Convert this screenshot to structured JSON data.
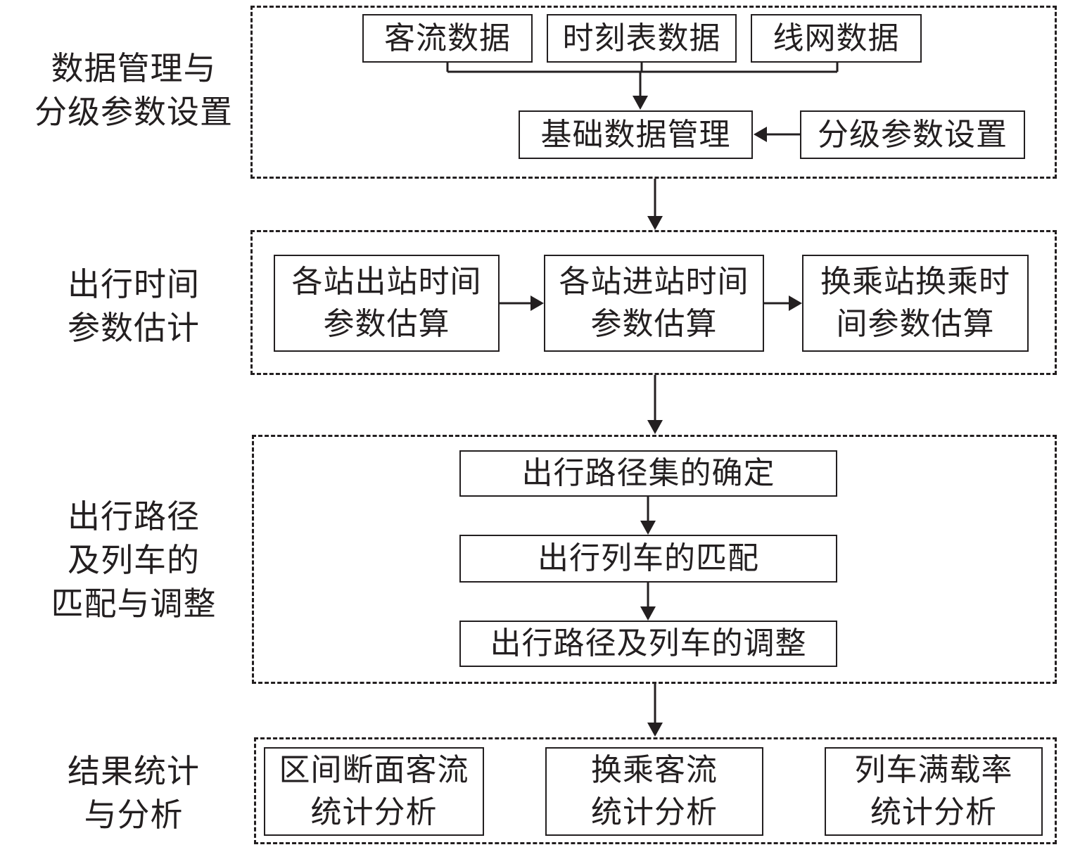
{
  "stages": [
    {
      "label": "数据管理与\n分级参数设置"
    },
    {
      "label": "出行时间\n参数估计"
    },
    {
      "label": "出行路径\n及列车的\n匹配与调整"
    },
    {
      "label": "结果统计\n与分析"
    }
  ],
  "stage1": {
    "passenger_flow_data": "客流数据",
    "timetable_data": "时刻表数据",
    "network_data": "线网数据",
    "basic_data_management": "基础数据管理",
    "hierarchical_parameter_setting": "分级参数设置"
  },
  "stage2": {
    "exit_time_estimation": "各站出站时间\n参数估算",
    "entry_time_estimation": "各站进站时间\n参数估算",
    "transfer_time_estimation": "换乘站换乘时\n间参数估算"
  },
  "stage3": {
    "route_set_determination": "出行路径集的确定",
    "train_matching": "出行列车的匹配",
    "route_train_adjustment": "出行路径及列车的调整"
  },
  "stage4": {
    "section_flow_analysis": "区间断面客流\n统计分析",
    "transfer_flow_analysis": "换乘客流\n统计分析",
    "load_factor_analysis": "列车满载率\n统计分析"
  }
}
